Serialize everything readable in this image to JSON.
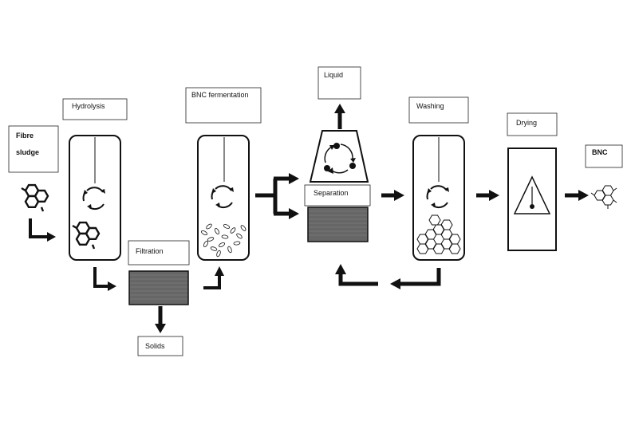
{
  "colors": {
    "ink": "#111111",
    "filter_fill": "#666666",
    "background": "#ffffff"
  },
  "labels": {
    "fibre": "Fibre",
    "sludge": "sludge",
    "hydrolysis": "Hydrolysis",
    "bnc_fermentation": "BNC fermentation",
    "filtration": "Filtration",
    "solids": "Solids",
    "liquid": "Liquid",
    "separation": "Separation",
    "washing": "Washing",
    "drying": "Drying",
    "bnc": "BNC"
  },
  "icons": {
    "mixing": "circular-arrows-icon",
    "molecule": "hexagon-molecule-icon",
    "warning": "thermometer-warning-icon"
  }
}
